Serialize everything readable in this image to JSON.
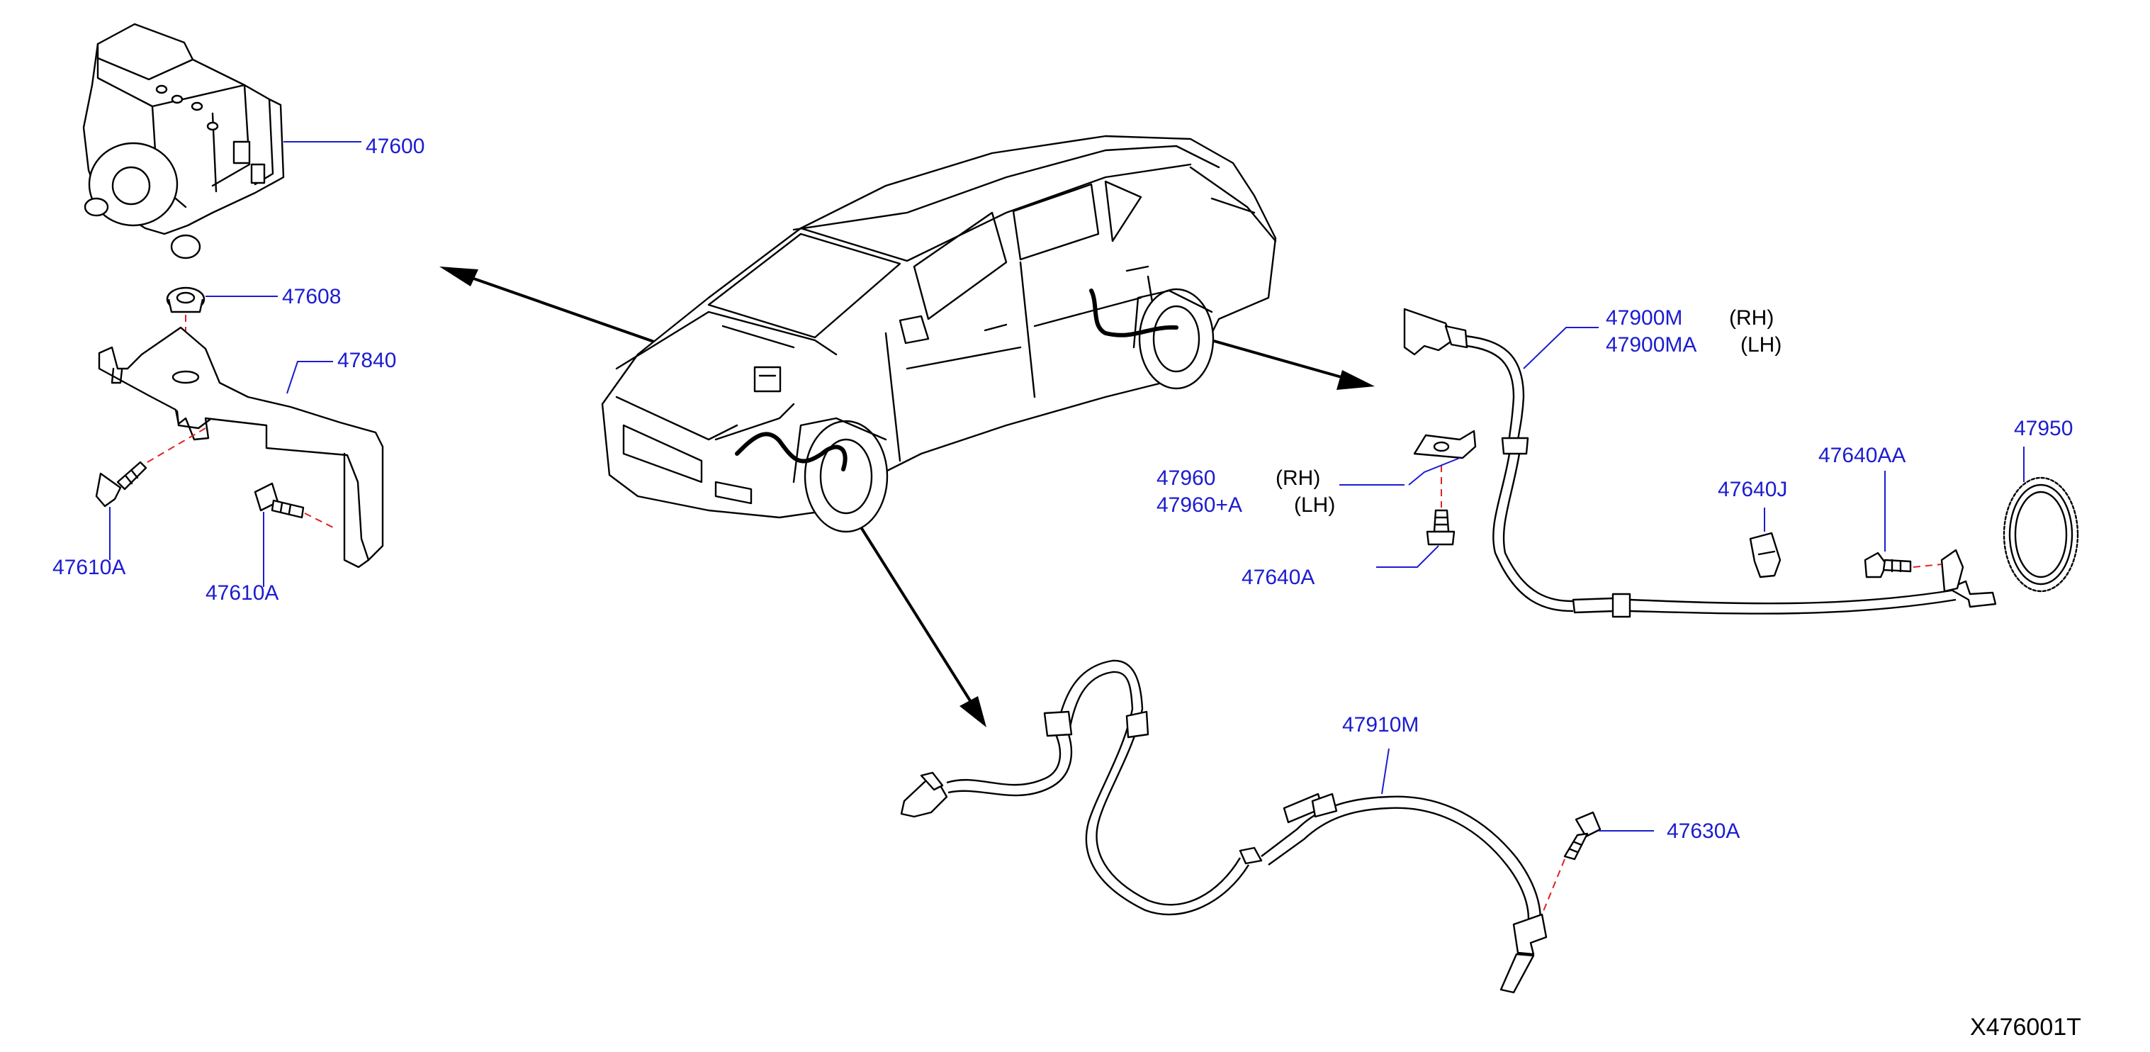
{
  "diagram": {
    "reference_code": "X476001T",
    "colors": {
      "label": "#1c1cd0",
      "dash": "#e02020",
      "line": "#000000"
    },
    "parts": {
      "abs_actuator": "47600",
      "grommet": "47608",
      "bracket": "47840",
      "bolt_left": "47610A",
      "bolt_right": "47610A",
      "rear_sensor": "47900M",
      "rear_sensor_alt": "47900MA",
      "rear_sensor_rh": "(RH)",
      "rear_sensor_lh": "(LH)",
      "sensor_bracket": "47960",
      "sensor_bracket_alt": "47960+A",
      "sensor_bracket_rh": "(RH)",
      "sensor_bracket_lh": "(LH)",
      "bracket_bolt": "47640A",
      "clip": "47640J",
      "sensor_bolt": "47640AA",
      "sensor_rotor": "47950",
      "front_sensor": "47910M",
      "front_sensor_bolt": "47630A"
    },
    "icons": [
      "abs-actuator-icon",
      "grommet-icon",
      "bracket-icon",
      "bolt-icon",
      "car-icon",
      "sensor-cable-icon",
      "sensor-rotor-icon",
      "clip-icon"
    ]
  }
}
